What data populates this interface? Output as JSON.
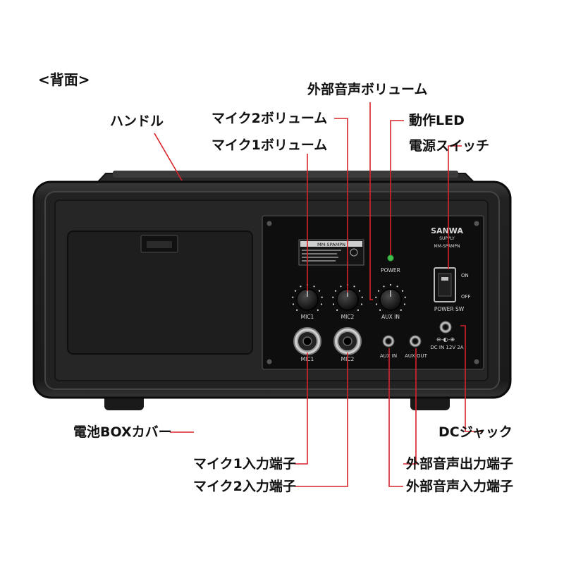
{
  "heading": "<背面>",
  "labels": {
    "handle": "ハンドル",
    "mic2_volume": "マイク2ボリューム",
    "mic1_volume": "マイク1ボリューム",
    "aux_volume": "外部音声ボリューム",
    "led": "動作LED",
    "power_switch": "電源スイッチ",
    "battery_cover": "電池BOXカバー",
    "dc_jack": "DCジャック",
    "mic1_input": "マイク1入力端子",
    "mic2_input": "マイク2入力端子",
    "aux_output": "外部音声出力端子",
    "aux_input": "外部音声入力端子"
  },
  "panel": {
    "brand": "SANWA",
    "brand_sub": "SUPPLY",
    "model_right": "MM-SPAMPN",
    "model_sticker": "MM-SPAMPN",
    "power": "POWER",
    "on": "ON",
    "off": "OFF",
    "power_sw": "POWER SW",
    "mic1_knob": "MIC1",
    "mic2_knob": "MIC2",
    "aux_in_knob": "AUX IN",
    "mic1_jack": "MIC1",
    "mic2_jack": "MIC2",
    "aux_in_jack": "AUX IN",
    "aux_out_jack": "AUX OUT",
    "dc_in": "DC IN 12V 2A"
  },
  "colors": {
    "leader": "#d8232a",
    "body": "#1c1c1c",
    "panel": "#0e0e0e",
    "led": "#3fbf4a"
  }
}
